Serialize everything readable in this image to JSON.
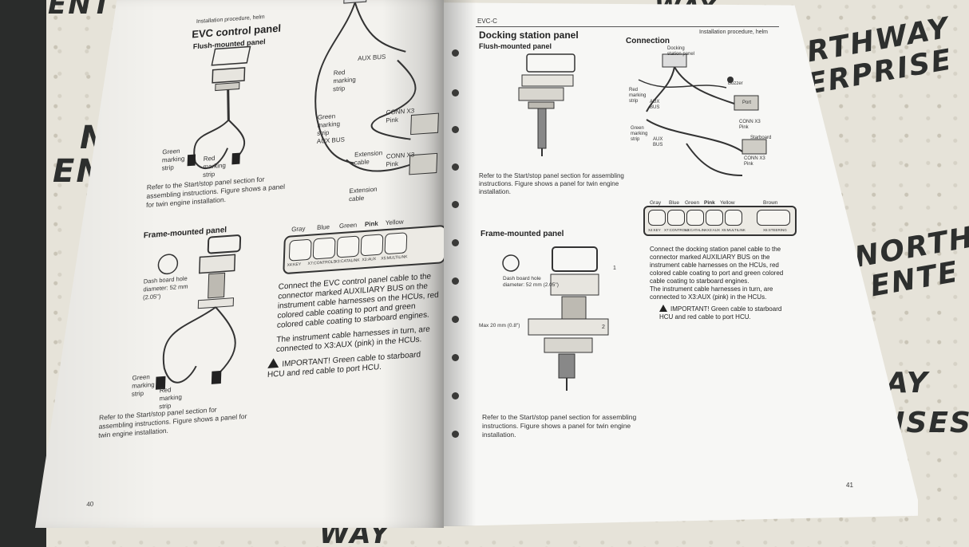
{
  "watermark": {
    "lines_left": [
      "NO",
      "ENT"
    ],
    "lines_right": [
      "RTHWAY",
      "ERPRISE",
      "NORTH",
      "ENTE",
      "AY",
      "ISES"
    ],
    "top": [
      "ENT",
      "WAY"
    ],
    "bottom": "WAY"
  },
  "left_page": {
    "header": "Installation procedure, helm",
    "section_title": "EVC control panel",
    "sub_flush": "Flush-mounted panel",
    "labels_fig1": {
      "green_strip": "Green marking strip",
      "red_strip": "Red marking strip"
    },
    "labels_fig2": {
      "aux_bus_1": "AUX BUS",
      "red_strip": "Red marking strip",
      "green_strip": "Green marking strip",
      "aux_bus_2": "AUX BUS",
      "conn_x3": "CONN X3 Pink",
      "ext_cable_1": "Extension cable",
      "conn_x3_2": "CONN X3 Pink",
      "ext_cable_2": "Extension cable"
    },
    "caption_flush": "Refer to the Start/stop panel section for assembling instructions. Figure shows a panel for twin engine installation.",
    "sub_frame": "Frame-mounted panel",
    "labels_fig3": {
      "hole": "Dash board hole diameter: 52 mm (2.05\")",
      "green_strip": "Green marking strip",
      "red_strip": "Red marking strip"
    },
    "connector": {
      "colors": [
        "Gray",
        "Blue",
        "Green",
        "Pink",
        "Yellow"
      ],
      "cells": [
        "X4:KEY",
        "X7:CONTROLS",
        "X3:CATALINK",
        "X3:AUX",
        "X5:MULTILINK"
      ]
    },
    "para1": "Connect the EVC control panel cable to the connector marked AUXILIARY BUS on the instrument cable harnesses on the HCUs, red colored cable coating to port and green colored cable coating to starboard engines.",
    "para2": "The instrument cable harnesses in turn, are connected to X3:AUX (pink) in the HCUs.",
    "important": "IMPORTANT! Green cable to starboard HCU and red cable to port HCU.",
    "caption_frame": "Refer to the Start/stop panel section for assembling instructions. Figure shows a panel for twin engine installation.",
    "page_number": "40"
  },
  "right_page": {
    "header_left": "EVC-C",
    "header_right": "Installation procedure, helm",
    "section_title": "Docking station panel",
    "sub_flush": "Flush-mounted panel",
    "sub_connection": "Connection",
    "labels_conn": {
      "docking": "Docking station panel",
      "buzzer": "Buzzer",
      "red_strip": "Red marking strip",
      "aux_bus": "AUX BUS",
      "port": "Port",
      "conn_port": "CONN X3 Pink",
      "green_strip": "Green marking strip",
      "aux_bus_2": "AUX BUS",
      "starboard": "Starboard",
      "conn_stbd": "CONN X3 Pink"
    },
    "caption_flush": "Refer to the Start/stop panel section for assembling instructions. Figure shows a panel for twin engine installation.",
    "connector": {
      "colors": [
        "Gray",
        "Blue",
        "Green",
        "Pink",
        "Yellow",
        "Brown"
      ],
      "cells": [
        "X4:KEY",
        "X7:CONTROLS",
        "X3:CATALINK",
        "X3:AUX",
        "X5:MULTILINK",
        "X6:STEERING"
      ]
    },
    "para1": "Connect the docking station panel cable to the connector marked AUXILIARY BUS on the instrument cable harnesses on the HCUs, red colored cable coating to port and green colored cable coating to starboard engines.",
    "para2": "The instrument cable harnesses in turn, are connected to X3:AUX (pink) in the HCUs.",
    "important": "IMPORTANT! Green cable to starboard HCU and red cable to port HCU.",
    "sub_frame": "Frame-mounted panel",
    "labels_frame": {
      "hole": "Dash board hole diameter: 52 mm (2.05\")",
      "max": "Max 20 mm (0.8\")",
      "num1": "1",
      "num2": "2"
    },
    "caption_frame": "Refer to the Start/stop panel section for assembling instructions. Figure shows a panel for twin engine installation.",
    "page_number": "41"
  }
}
